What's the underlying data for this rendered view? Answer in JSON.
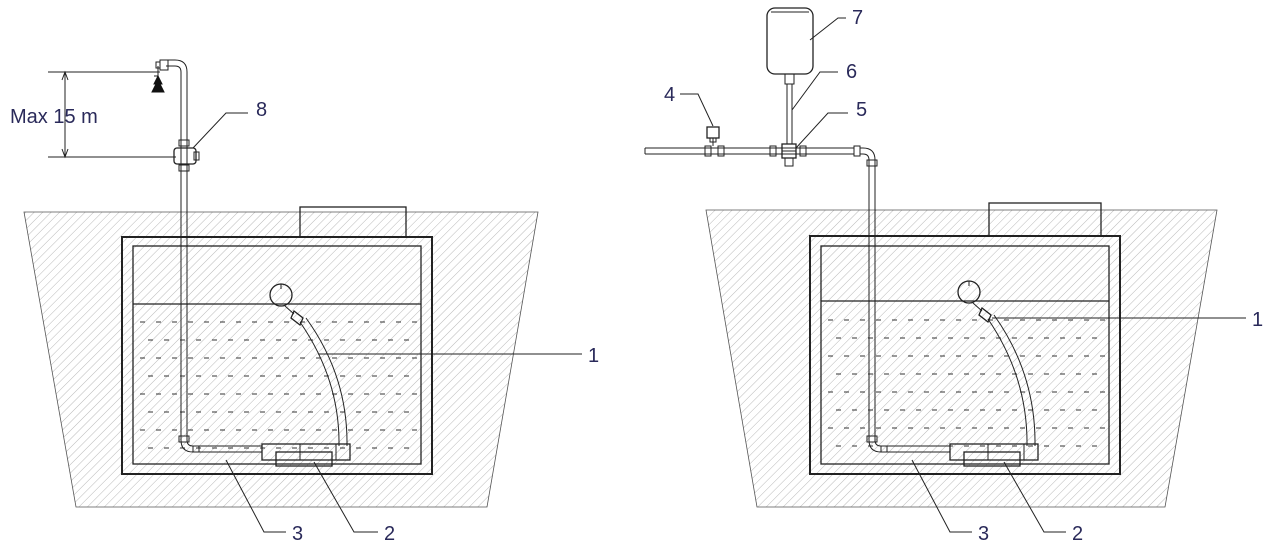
{
  "dimension_label": "Max 15 m",
  "left_callouts": [
    "1",
    "2",
    "3",
    "8"
  ],
  "right_callouts": [
    "1",
    "2",
    "3",
    "4",
    "5",
    "6",
    "7"
  ],
  "colors": {
    "line": "#222222",
    "label_text": "#2a2a5a",
    "soil_hatch": "#9a9a9a",
    "background": "#ffffff"
  }
}
